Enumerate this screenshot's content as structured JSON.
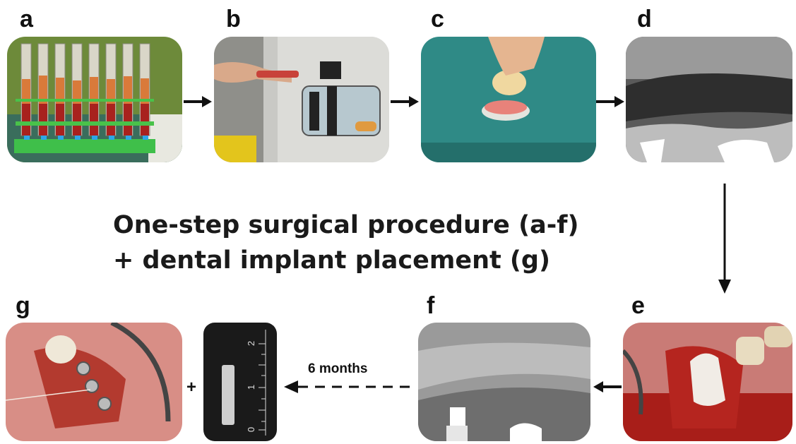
{
  "panels": {
    "a": {
      "letter": "a"
    },
    "b": {
      "letter": "b"
    },
    "c": {
      "letter": "c"
    },
    "d": {
      "letter": "d"
    },
    "e": {
      "letter": "e"
    },
    "f": {
      "letter": "f"
    },
    "g": {
      "letter": "g"
    }
  },
  "title_line1": "One-step surgical procedure (a-f)",
  "title_line2": "+ dental implant placement (g)",
  "interval_label": "6 months",
  "plus_sign": "+",
  "ruler_ticks": [
    "2",
    "1",
    "0"
  ],
  "colors": {
    "arrow": "#111111",
    "drape": "#2f8a86",
    "blood": "#b52a22",
    "xray": "#6a6a6a"
  }
}
